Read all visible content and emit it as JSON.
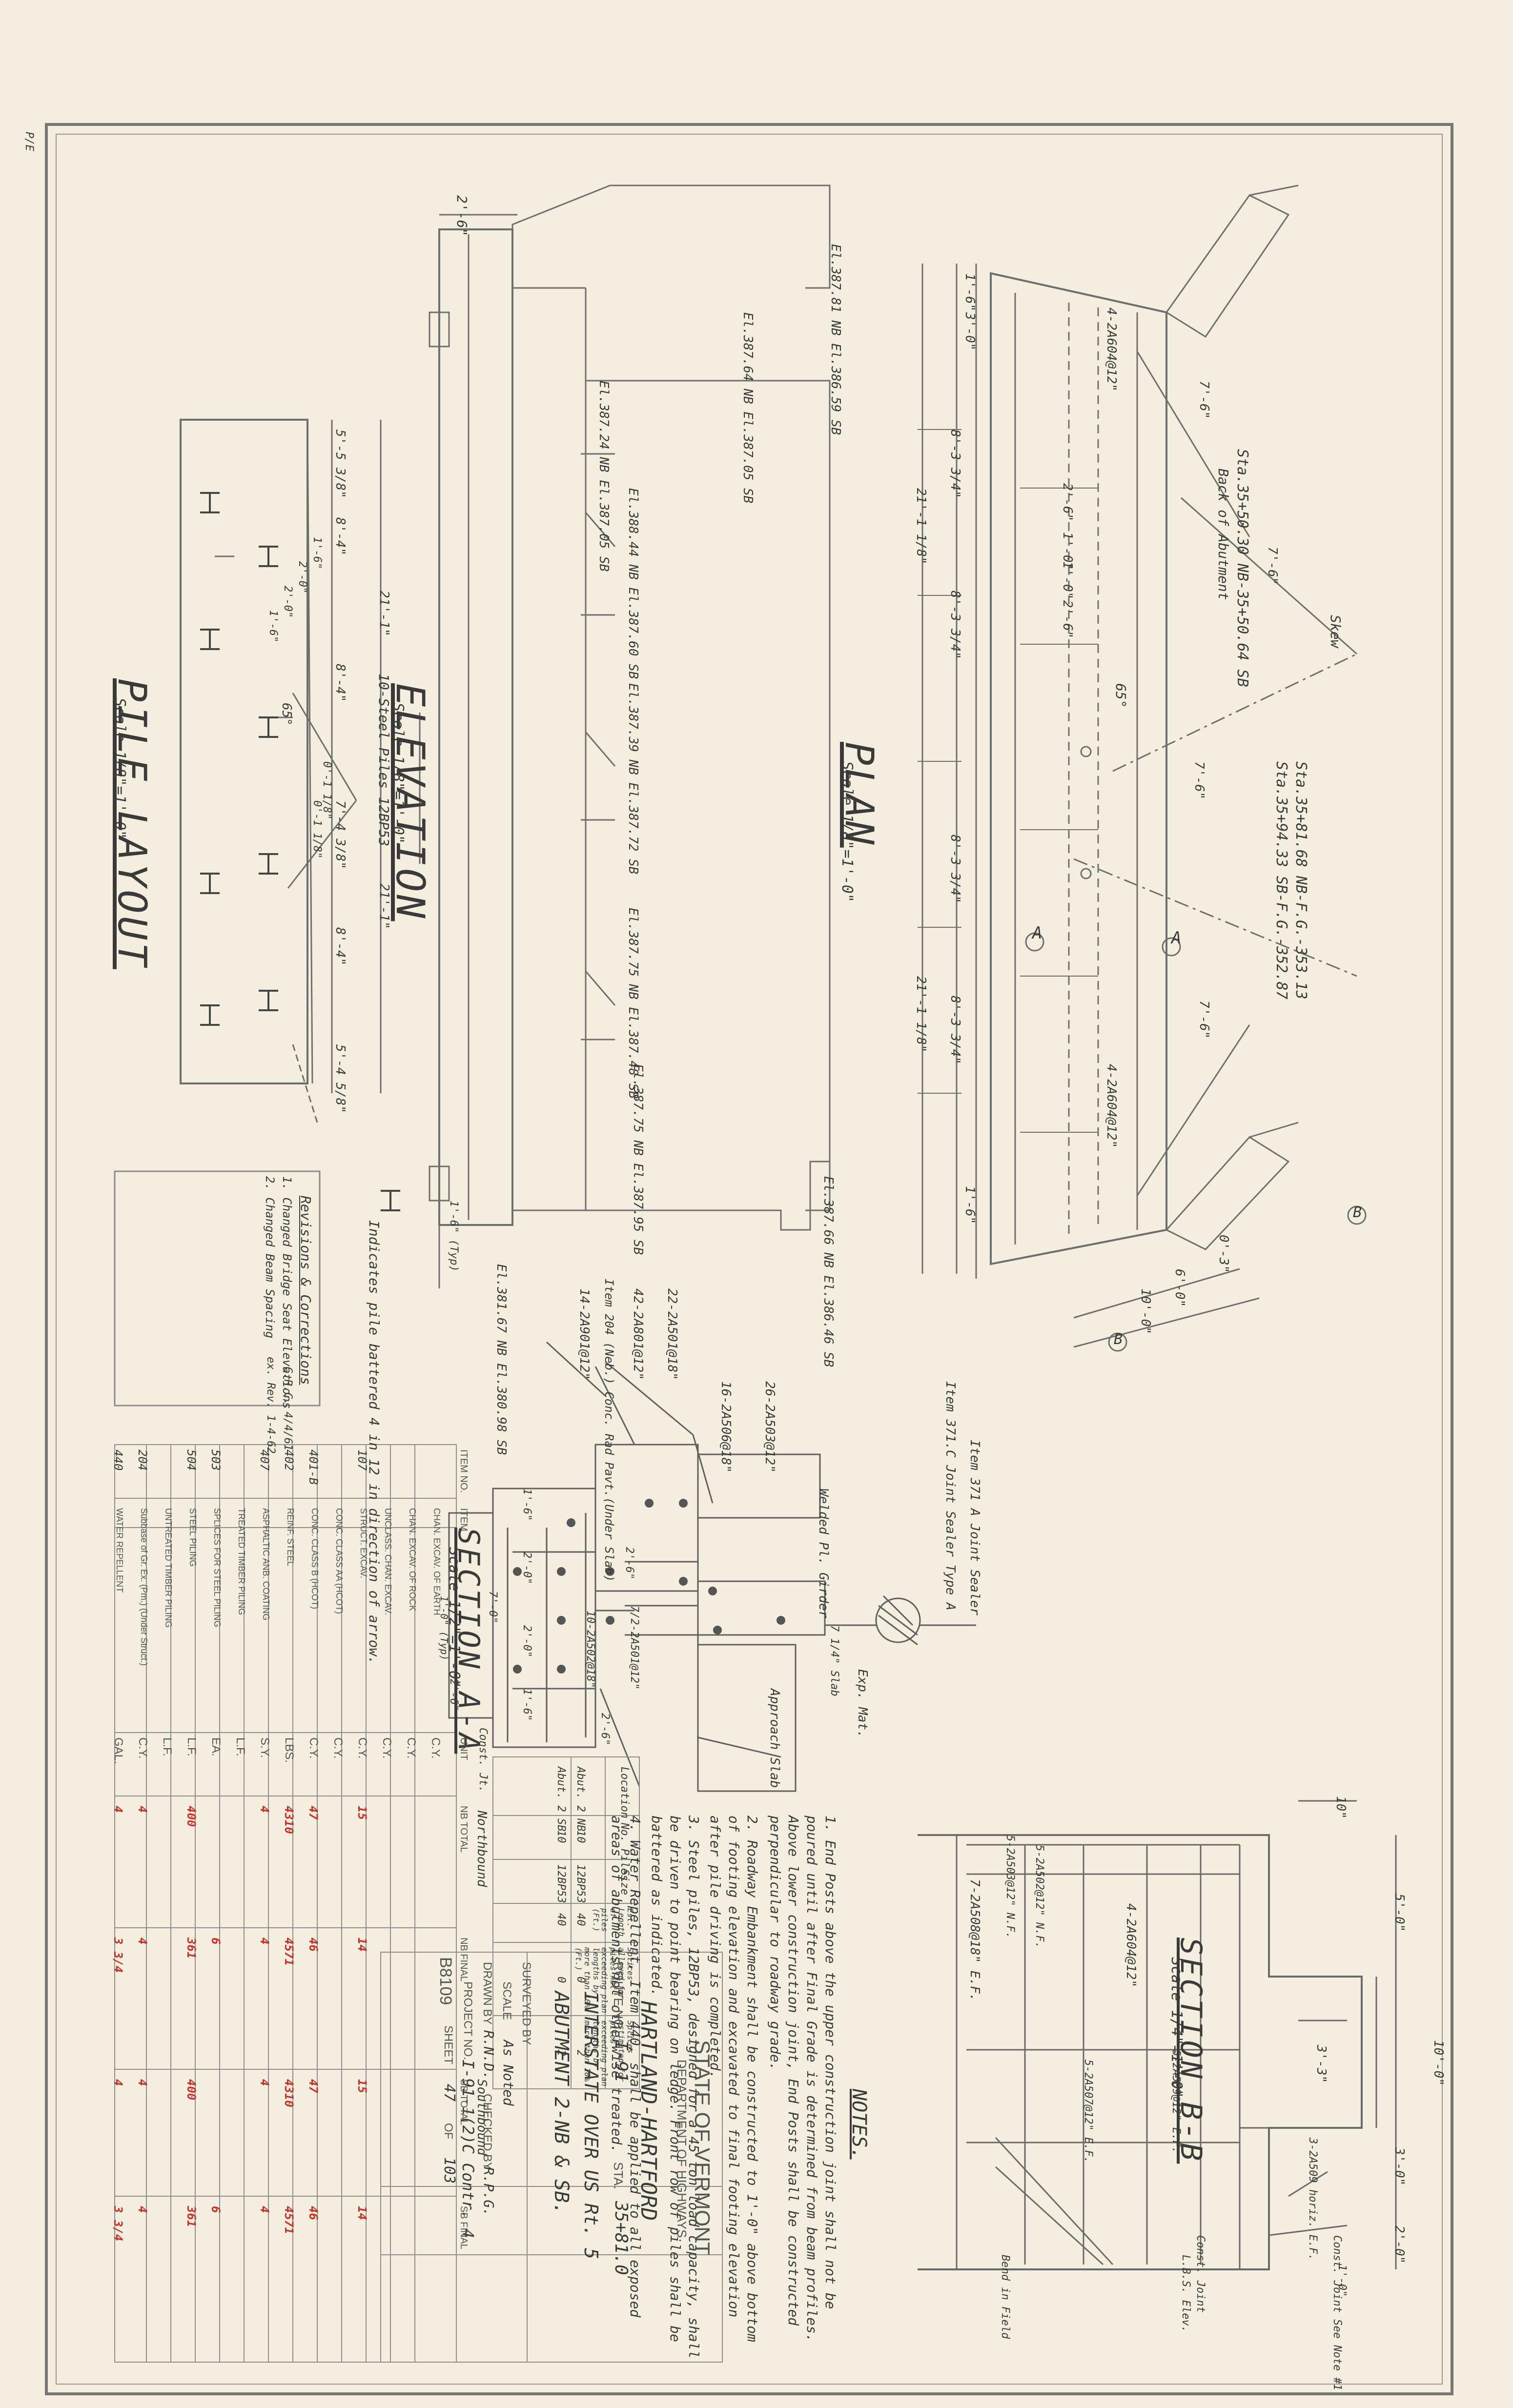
{
  "views": {
    "plan": {
      "title": "PLAN",
      "scale": "Scale 1/8\"=1'-0\""
    },
    "elevation": {
      "title": "ELEVATION",
      "scale": "Scale 1/8\"=1'-0\"",
      "piles_note": "10-Steel Piles 12BP53"
    },
    "pile_layout": {
      "title": "PILE LAYOUT",
      "scale": "Scale 1/8\"=1'-0\""
    },
    "section_aa": {
      "title": "SECTION A-A",
      "scale": "Scale 1/2\"=1'-0\""
    },
    "section_bb": {
      "title": "SECTION B-B",
      "scale": "Scale 1/4\"=1'-0\""
    }
  },
  "plan_labels": {
    "sta_back": "Sta.35+50.30 NB-35+50.64 SB",
    "back_abut": "Back of Abutment",
    "sta_forward": "Sta.35+81.68 NB-F.G.-353.13",
    "sta_forward2": "Sta.35+94.33 SB-F.G.-352.87",
    "skew": "65°",
    "skew_dir": "Skew",
    "dims": [
      "2'-6\"",
      "1'-0\"",
      "1'-0\"",
      "2'-6\"",
      "7'-6\"",
      "7'-6\"",
      "7'-6\"",
      "7'-6\"",
      "21'-1 1/8\"",
      "21'-1 1/8\"",
      "8'-3 3/4\"",
      "8'-3 3/4\"",
      "8'-3 3/4\"",
      "8'-3 3/4\"",
      "1'-6\"",
      "1'-6\"",
      "3'-0\"",
      "10'-0\"",
      "6'-0\"",
      "0'-3\""
    ],
    "bar_note": "4-2A604@12\"",
    "section_marks": [
      "A",
      "A",
      "B",
      "B"
    ]
  },
  "elevation_labels": {
    "els": [
      "El.387.81 NB El.386.59 SB",
      "El.387.64 NB El.387.05 SB",
      "El.387.24 NB El.387.05 SB",
      "El.388.44 NB El.387.60 SB",
      "El.387.39 NB El.387.72 SB",
      "El.387.75 NB El.387.48 SB",
      "El.387.75 NB El.387.95 SB",
      "El.387.66 NB El.386.46 SB",
      "El.381.67 NB El.380.98 SB"
    ],
    "top_dim": "2'-6\"",
    "bottom_dim": "1'-6\" (Typ)",
    "item_note": "Item 204 (Neb.) Conc. Rad Pavt.(Under Slab)"
  },
  "pile_layout_labels": {
    "dims": [
      "5'-5 3/8\"",
      "8'-4\"",
      "8'-4\"",
      "7'-4 3/8\"",
      "8'-4\"",
      "5'-4 5/8\"",
      "21'-1\"",
      "21'-1\"",
      "1'-6\"",
      "2'-0\"",
      "2'-0\"",
      "1'-6\"",
      "0'-1 1/8\"",
      "0'-1 1/8\""
    ],
    "angle": "65°",
    "legend_note": "Indicates pile battered 4 in 12 in direction of arrow."
  },
  "revisions": {
    "title": "Revisions & Corrections",
    "items": [
      "1. Changed Bridge Seat Elevations",
      "2. Changed Beam Spacing"
    ],
    "signoffs": [
      "C.R.C. 4/4/61",
      "ex. Rev. 1-4-62"
    ]
  },
  "section_aa_labels": {
    "notes": [
      "Item 371.C Joint Sealer Type A",
      "Item 371 A Joint Sealer",
      "Welded Pl. Girder",
      "7 1/4\" Slab",
      "26-2A503@12\"",
      "16-2A506@18\"",
      "22-2A501@18\"",
      "42-2A801@12\"",
      "14-2A901@12\"",
      "7/2-2A501@12\"",
      "10-2A502@18\"",
      "Approach Slab",
      "Exp. Mat.",
      "Const. Jt."
    ],
    "dims": [
      "1'-6\"",
      "2'-0\"",
      "2'-0\"",
      "1'-6\"",
      "7'-0\"",
      "2'-6\"",
      "2'-6\"",
      "2'-6\"",
      "1'-0\" (Typ)"
    ]
  },
  "section_bb_labels": {
    "notes": [
      "7-2A508@18\" E.F.",
      "5-2A503@12\" N.F.",
      "5-2A502@12\" N.F.",
      "4-2A604@12\"",
      "5-2A509@12\" E.F.",
      "5-2A507@12\" E.F.",
      "3-2A509 horiz. E.F.",
      "Const. Joint",
      "Bend in Field",
      "L.B.S. Elev.",
      "Const. Joint See Note #1"
    ],
    "dims": [
      "10\"",
      "5'-0\"",
      "3'-3\"",
      "10'-0\"",
      "3'-0\"",
      "2'-0\"",
      "1'-0\""
    ]
  },
  "notes": {
    "title": "NOTES.",
    "items": [
      "1. End Posts above the upper construction joint shall not be poured until after Final Grade is determined from beam profiles. Above lower construction joint, End Posts shall be constructed perpendicular to roadway grade.",
      "2. Roadway Embankment shall be constructed to 1'-0\" above bottom of footing elevation and excavated to final footing elevation after pile driving is completed.",
      "3. Steel piles, 12BP53, designed for a 45 ton load capacity, shall be driven to point bearing on ledge. Front row of piles shall be battered as indicated.",
      "4. Water Repellent, Item 440, shall be applied to all exposed areas of abutments not otherwise treated."
    ]
  },
  "pile_table": {
    "headers": [
      "Location",
      "No. Piles",
      "Size",
      "Est. Length of piles (Ft.)",
      "Splices allowed for piles not exceeding plan lengths by more than 10% (Ft.)",
      "Splices estimated for piles exceeding plan lengths by more than 10%"
    ],
    "rows": [
      [
        "Abut. 2 NB",
        "10",
        "12BP53",
        "40",
        "0",
        "2"
      ],
      [
        "Abut. 2 SB",
        "10",
        "12BP53",
        "40",
        "0",
        "2"
      ]
    ]
  },
  "quantities": {
    "headers": [
      "ITEM NO.",
      "ITEM",
      "UNIT",
      "NB TOTAL",
      "NB FINAL",
      "SB TOTAL",
      "SB FINAL"
    ],
    "group_headers": [
      "Northbound",
      "Southbound"
    ],
    "rows": [
      [
        "",
        "CHAN. EXCAV. OF EARTH",
        "C.Y.",
        "",
        "",
        "",
        ""
      ],
      [
        "",
        "CHAN. EXCAV. OF ROCK",
        "C.Y.",
        "",
        "",
        "",
        ""
      ],
      [
        "",
        "UNCLASS. CHAN. EXCAV.",
        "C.Y.",
        "",
        "",
        "",
        ""
      ],
      [
        "107",
        "STRUCT. EXCAV.",
        "C.Y.",
        "15",
        "14",
        "15",
        "14"
      ],
      [
        "",
        "CONC. CLASS AA (HCOT)",
        "C.Y.",
        "",
        "",
        "",
        ""
      ],
      [
        "401-B",
        "CONC. CLASS B (HCOT)",
        "C.Y.",
        "47",
        "46",
        "47",
        "46"
      ],
      [
        "402",
        "REINF. STEEL",
        "LBS.",
        "4310",
        "4571",
        "4310",
        "4571"
      ],
      [
        "407",
        "ASPHALTIC ANB. COATING",
        "S.Y.",
        "4",
        "4",
        "4",
        "4"
      ],
      [
        "",
        "TREATED TIMBER PILING",
        "L.F.",
        "",
        "",
        "",
        ""
      ],
      [
        "503",
        "SPLICES FOR STEEL PILING",
        "EA.",
        "",
        "6",
        "",
        "6"
      ],
      [
        "504",
        "STEEL PILING",
        "L.F.",
        "400",
        "361",
        "400",
        "361"
      ],
      [
        "",
        "UNTREATED TIMBER PILING",
        "L.F.",
        "",
        "",
        "",
        ""
      ],
      [
        "204",
        "Subbase of Gr. Ex. (Pm.) (Under Struct.)",
        "C.Y.",
        "4",
        "4",
        "4",
        "4"
      ],
      [
        "440",
        "WATER REPELLENT",
        "GAL.",
        "4",
        "3 3/4",
        "4",
        "3 3/4"
      ]
    ]
  },
  "title_block": {
    "state": "STATE OF VERMONT",
    "dept": "DEPARTMENT OF HIGHWAYS",
    "project_name": "HARTLAND-HARTFORD",
    "route_label": "ROUTE NO.",
    "route": "I-91",
    "sta_label": "STA.",
    "sta": "35+81.0",
    "line1": "INTERSTATE OVER US Rt. 5",
    "line2": "ABUTMENT 2-NB & SB.",
    "surveyed_label": "SURVEYED BY",
    "scale_label": "SCALE",
    "scale": "As Noted",
    "drawn_label": "DRAWN BY",
    "drawn": "R.N.D.",
    "checked_label": "CHECKED BY",
    "checked": "R.P.G.",
    "project_label": "PROJECT NO.",
    "project_no": "I-91-1(2)C Contr. 4",
    "drawing_no": "B8109",
    "sheet_label": "SHEET",
    "sheet": "47",
    "of_label": "OF",
    "total_sheets": "103"
  },
  "corner_stamp": "P/E"
}
